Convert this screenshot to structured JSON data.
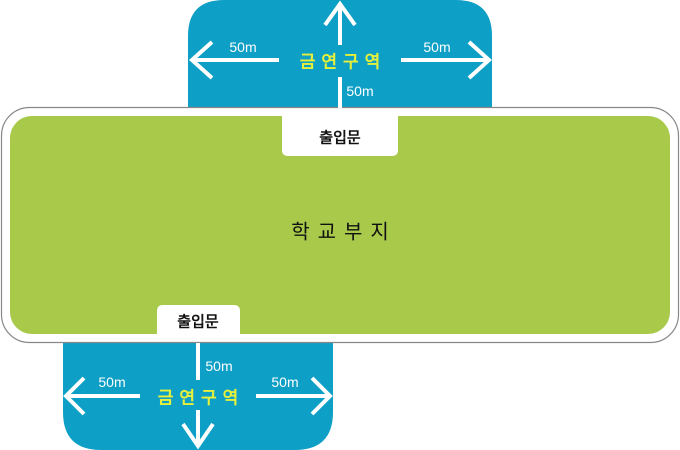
{
  "colors": {
    "zone": "#0e9fc6",
    "site": "#a9c94a",
    "zone_text": "#e6f03a",
    "arrow": "#ffffff"
  },
  "site_label": "학교부지",
  "top_zone": {
    "label": "금연구역",
    "left_distance": "50m",
    "right_distance": "50m",
    "up_distance": "50m",
    "gate": "출입문"
  },
  "bottom_zone": {
    "label": "금연구역",
    "left_distance": "50m",
    "right_distance": "50m",
    "down_distance": "50m",
    "gate": "출입문"
  }
}
